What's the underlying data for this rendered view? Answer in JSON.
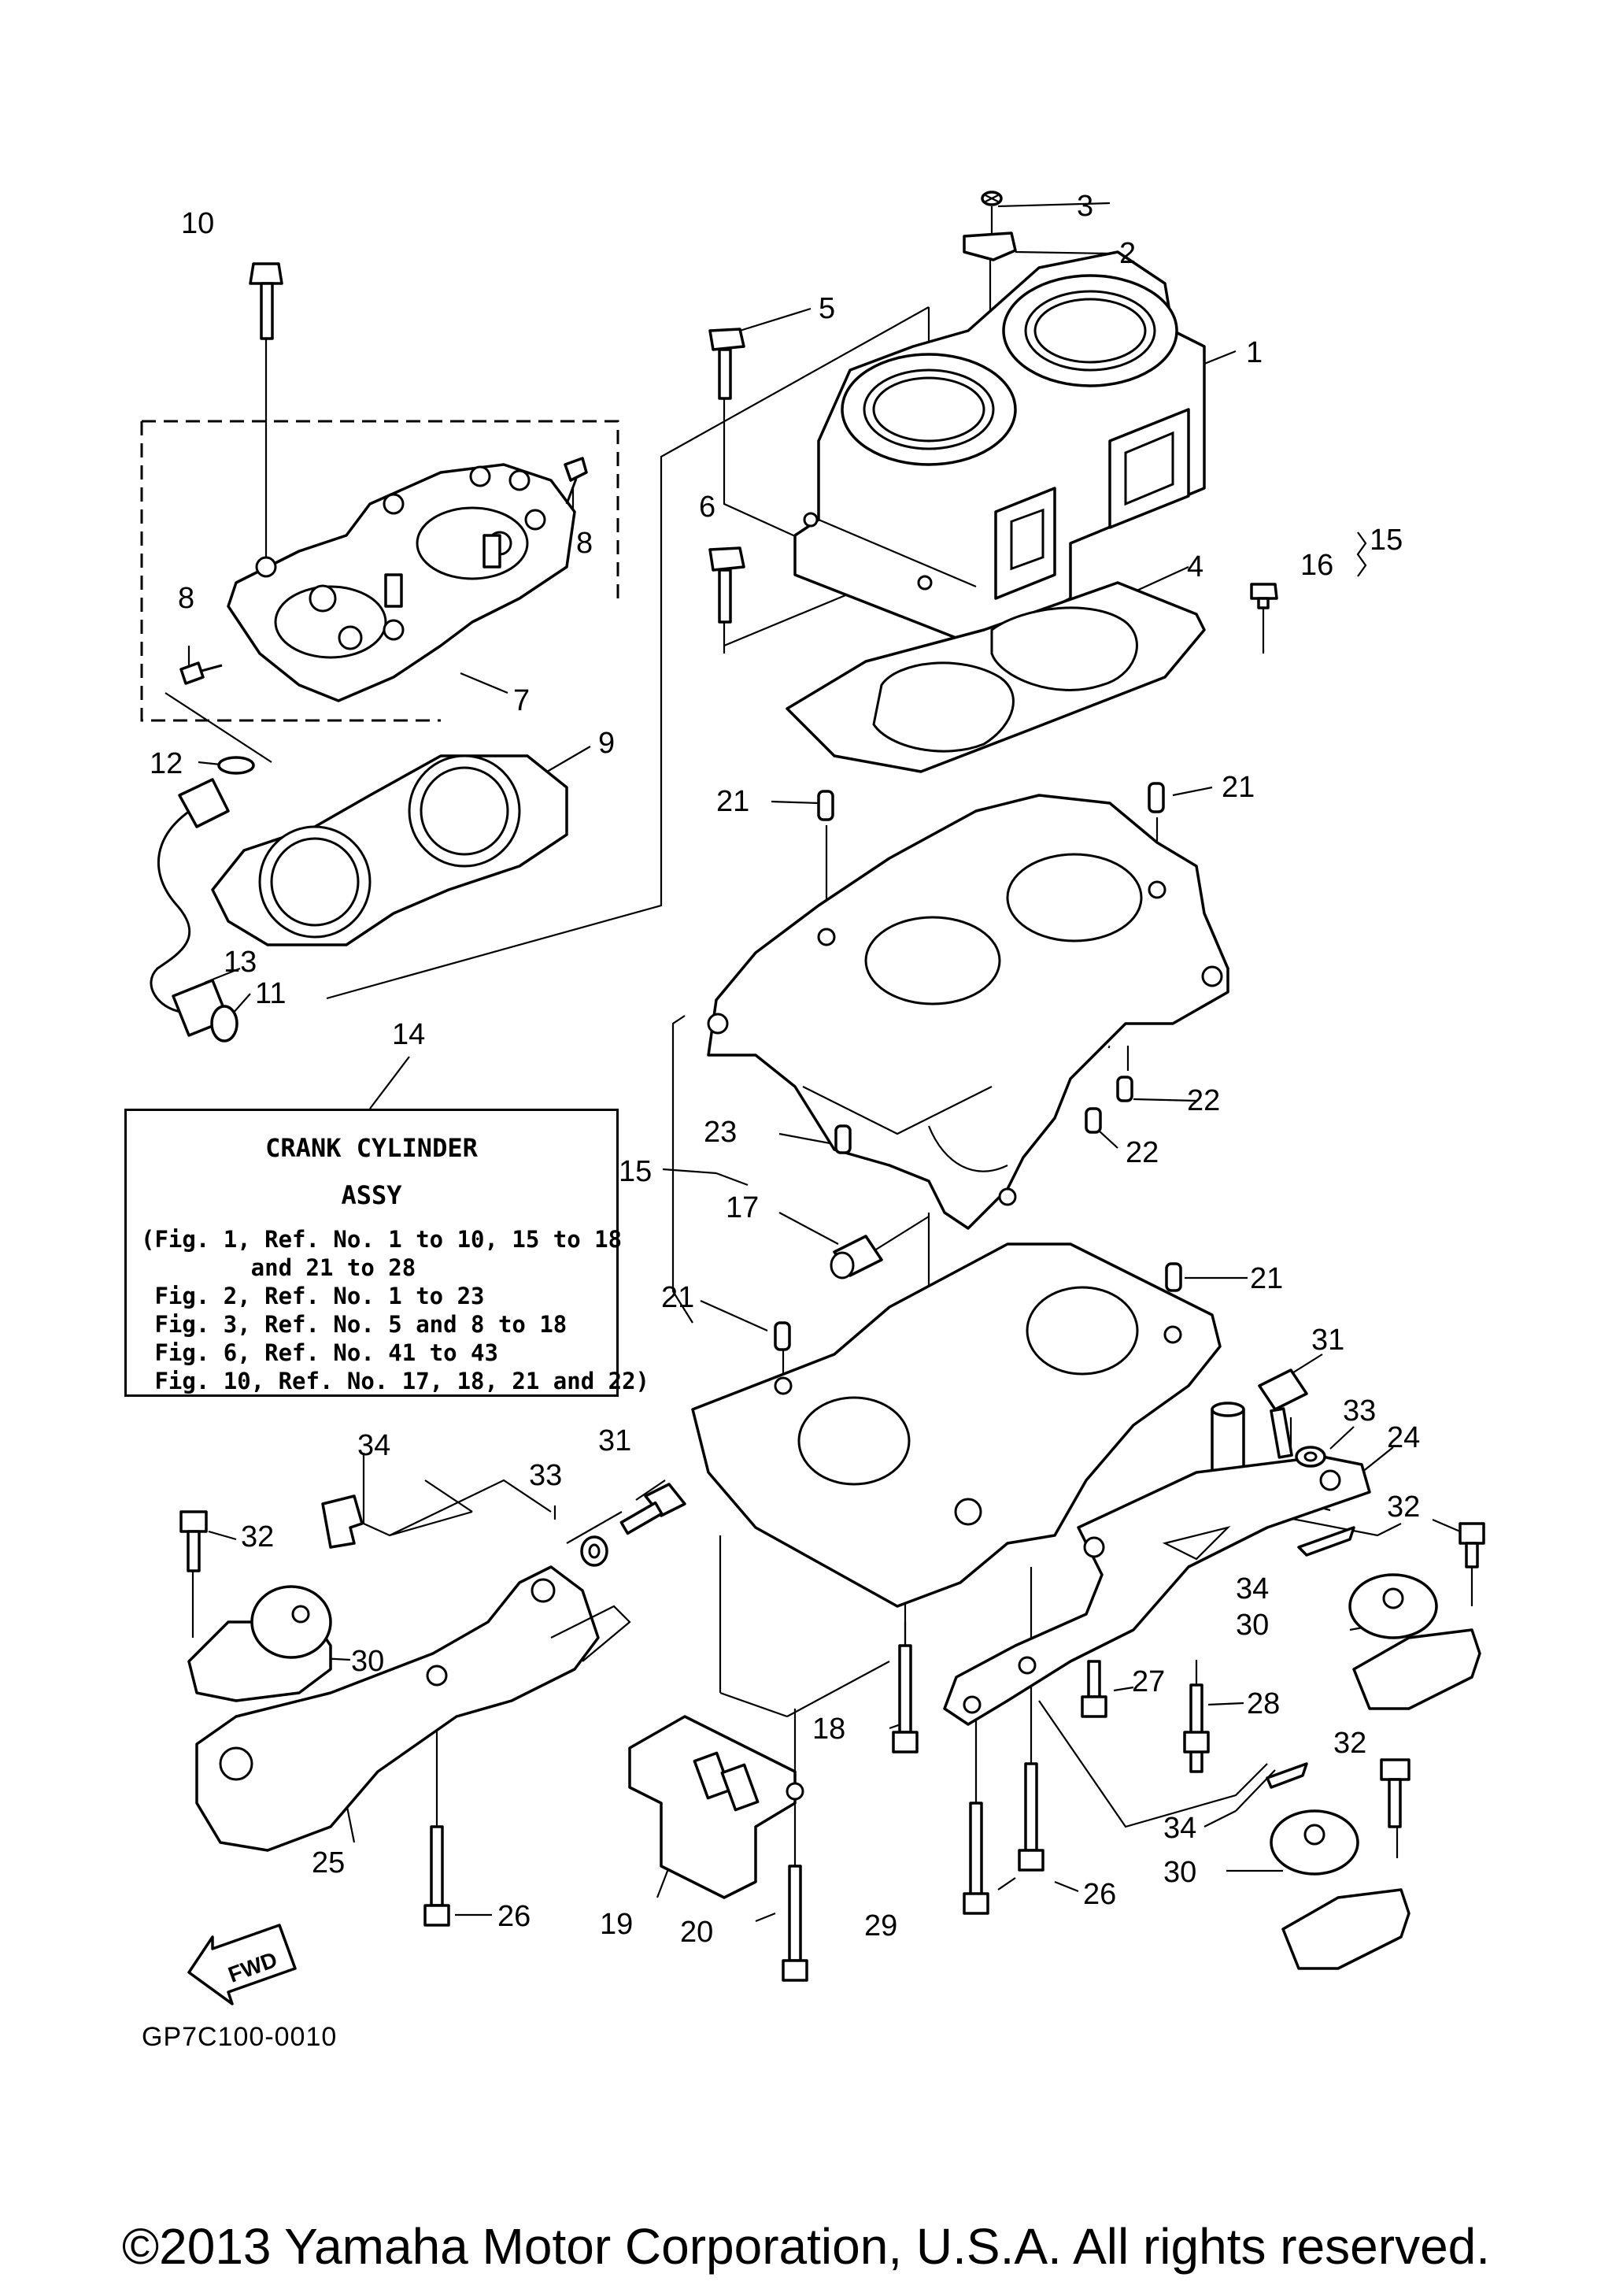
{
  "assy_box": {
    "title_1": "CRANK CYLINDER",
    "title_2": "ASSY",
    "lines": [
      "(Fig. 1, Ref. No. 1 to 10, 15 to 18",
      "        and 21 to 28",
      " Fig. 2, Ref. No. 1 to 23",
      " Fig. 3, Ref. No. 5 and 8 to 18",
      " Fig. 6, Ref. No. 41 to 43",
      " Fig. 10, Ref. No. 17, 18, 21 and 22)"
    ]
  },
  "fwd_label": "FWD",
  "diagram_code": "GP7C100-0010",
  "copyright": "©2013 Yamaha Motor Corporation, U.S.A. All rights reserved.",
  "callouts": [
    {
      "id": "c3",
      "text": "3"
    },
    {
      "id": "c2",
      "text": "2"
    },
    {
      "id": "c10",
      "text": "10"
    },
    {
      "id": "c5",
      "text": "5"
    },
    {
      "id": "c1",
      "text": "1"
    },
    {
      "id": "c8a",
      "text": "8"
    },
    {
      "id": "c6",
      "text": "6"
    },
    {
      "id": "c15a",
      "text": "15"
    },
    {
      "id": "c16",
      "text": "16"
    },
    {
      "id": "c4",
      "text": "4"
    },
    {
      "id": "c8b",
      "text": "8"
    },
    {
      "id": "c7",
      "text": "7"
    },
    {
      "id": "c9",
      "text": "9"
    },
    {
      "id": "c12",
      "text": "12"
    },
    {
      "id": "c21a",
      "text": "21"
    },
    {
      "id": "c21b",
      "text": "21"
    },
    {
      "id": "c13",
      "text": "13"
    },
    {
      "id": "c11",
      "text": "11"
    },
    {
      "id": "c14",
      "text": "14"
    },
    {
      "id": "c22a",
      "text": "22"
    },
    {
      "id": "c23",
      "text": "23"
    },
    {
      "id": "c22b",
      "text": "22"
    },
    {
      "id": "c15b",
      "text": "15"
    },
    {
      "id": "c17",
      "text": "17"
    },
    {
      "id": "c21c",
      "text": "21"
    },
    {
      "id": "c21d",
      "text": "21"
    },
    {
      "id": "c31a",
      "text": "31"
    },
    {
      "id": "c33a",
      "text": "33"
    },
    {
      "id": "c24",
      "text": "24"
    },
    {
      "id": "c34a",
      "text": "34"
    },
    {
      "id": "c31b",
      "text": "31"
    },
    {
      "id": "c33b",
      "text": "33"
    },
    {
      "id": "c32a",
      "text": "32"
    },
    {
      "id": "c32b",
      "text": "32"
    },
    {
      "id": "c34b",
      "text": "34"
    },
    {
      "id": "c30a",
      "text": "30"
    },
    {
      "id": "c30b",
      "text": "30"
    },
    {
      "id": "c27",
      "text": "27"
    },
    {
      "id": "c28",
      "text": "28"
    },
    {
      "id": "c18",
      "text": "18"
    },
    {
      "id": "c32c",
      "text": "32"
    },
    {
      "id": "c25",
      "text": "25"
    },
    {
      "id": "c34c",
      "text": "34"
    },
    {
      "id": "c30c",
      "text": "30"
    },
    {
      "id": "c26a",
      "text": "26"
    },
    {
      "id": "c19",
      "text": "19"
    },
    {
      "id": "c20",
      "text": "20"
    },
    {
      "id": "c29",
      "text": "29"
    },
    {
      "id": "c26b",
      "text": "26"
    }
  ]
}
